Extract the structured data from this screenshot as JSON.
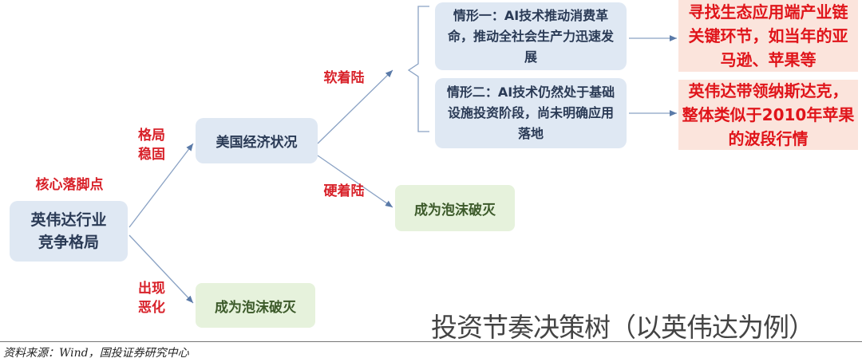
{
  "core_label": "核心落脚点",
  "root": "英伟达行业竞争格局",
  "branch_stable": "格局稳固",
  "branch_worse": "出现恶化",
  "us_economy": "美国经济状况",
  "soft_landing": "软着陆",
  "hard_landing": "硬着陆",
  "bubble_1": "成为泡沫破灭",
  "bubble_2": "成为泡沫破灭",
  "case1": "情形一：AI技术推动消费革命，推动全社会生产力迅速发展",
  "case2": "情形二：AI技术仍然处于基础设施投资阶段，尚未明确应用落地",
  "result1": "寻找生态应用端产业链关键环节，如当年的亚马逊、苹果等",
  "result2": "英伟达带领纳斯达克，整体类似于2010年苹果的波段行情",
  "title": "投资节奏决策树（以英伟达为例）",
  "source": "资料来源：Wind，国投证券研究中心"
}
